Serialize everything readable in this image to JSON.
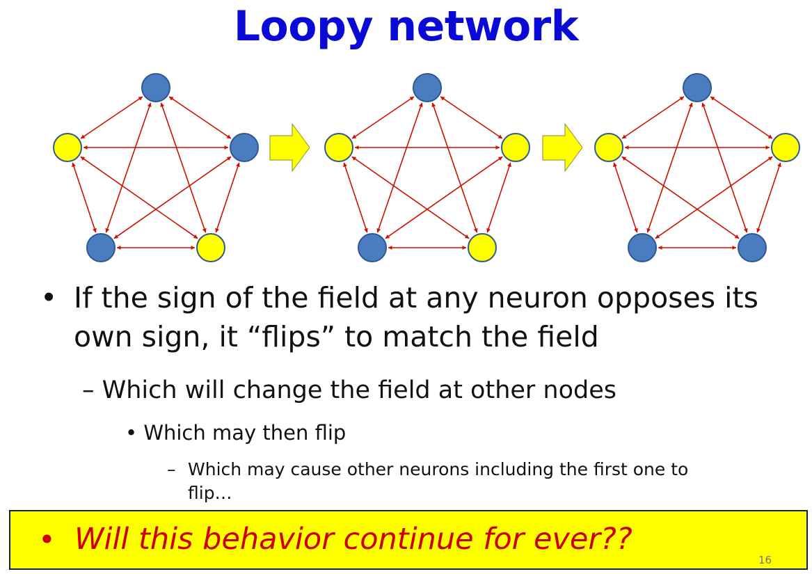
{
  "slide": {
    "title": "Loopy network",
    "page_number": "16"
  },
  "bullets": {
    "level1_marker": "•",
    "level1_text": "If the sign of the field at any neuron opposes its own sign, it “flips” to match the field",
    "level2_text": "– Which will change the field at other nodes",
    "level3_text": "• Which may then flip",
    "level4_marker": "–",
    "level4_text": "Which may cause other neurons including the first one to flip…"
  },
  "highlight": {
    "marker": "•",
    "question": "Will this behavior continue for ever??"
  },
  "colors": {
    "title": "#0a0ad6",
    "node_blue": "#4a7cc0",
    "node_yellow": "#ffff00",
    "node_stroke": "#2e5a8f",
    "edge": "#cc1100",
    "transition_arrow": "#ffff00",
    "question_text": "#cc0000"
  },
  "diagram": {
    "networks": [
      {
        "name": "state-1",
        "nodes": [
          "blue",
          "yellow",
          "blue",
          "yellow",
          "blue"
        ]
      },
      {
        "name": "state-2",
        "nodes": [
          "blue",
          "yellow",
          "yellow",
          "yellow",
          "blue"
        ]
      },
      {
        "name": "state-3",
        "nodes": [
          "blue",
          "yellow",
          "yellow",
          "blue",
          "blue"
        ]
      }
    ],
    "node_order": [
      "top",
      "left",
      "right",
      "bottom-right",
      "bottom-left"
    ],
    "transition_icons": [
      "right-arrow-icon",
      "right-arrow-icon"
    ]
  }
}
